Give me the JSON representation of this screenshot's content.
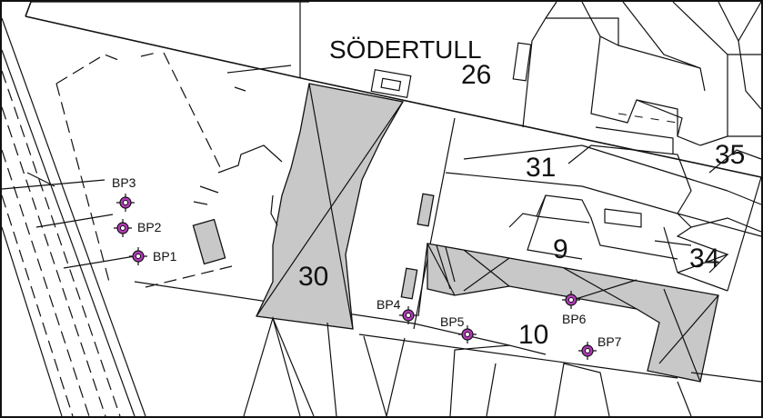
{
  "map": {
    "area_name": "SÖDERTULL",
    "accent_color": "#b23ab8",
    "building_fill": "#c8c8c8",
    "plots": [
      "26",
      "30",
      "31",
      "35",
      "9",
      "34",
      "10"
    ],
    "boreholes": [
      {
        "id": "BP1",
        "label": "BP1"
      },
      {
        "id": "BP2",
        "label": "BP2"
      },
      {
        "id": "BP3",
        "label": "BP3"
      },
      {
        "id": "BP4",
        "label": "BP4"
      },
      {
        "id": "BP5",
        "label": "BP5"
      },
      {
        "id": "BP6",
        "label": "BP6"
      },
      {
        "id": "BP7",
        "label": "BP7"
      }
    ]
  }
}
